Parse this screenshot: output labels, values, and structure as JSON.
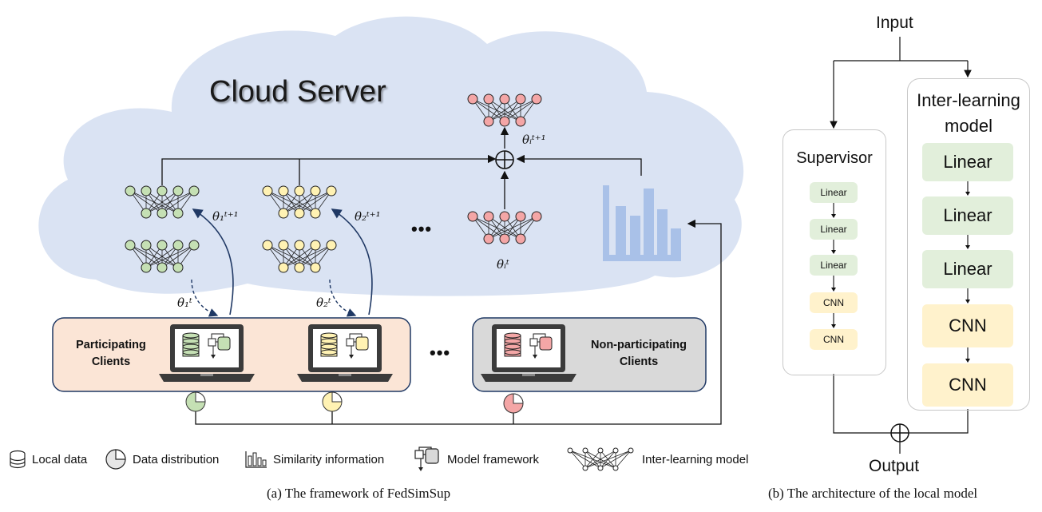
{
  "left": {
    "cloud_title": "Cloud Server",
    "clients": {
      "participating_label": "Participating Clients",
      "non_participating_label": "Non-participating Clients",
      "ellipsis": "•••"
    },
    "params": {
      "theta1_next": "θ₁ᵗ⁺¹",
      "theta2_next": "θ₂ᵗ⁺¹",
      "thetai_next": "θᵢᵗ⁺¹",
      "theta1": "θ₁ᵗ",
      "theta2": "θ₂ᵗ",
      "thetai": "θᵢᵗ",
      "mid_ellipsis": "•••"
    },
    "colors": {
      "green": "#c5e0b4",
      "yellow": "#fff2b3",
      "red": "#f4a6a6",
      "cloud": "#dae3f3",
      "bars": "#a9c1e8"
    },
    "legend": [
      {
        "icon": "database-icon",
        "label": "Local data"
      },
      {
        "icon": "pie-chart-icon",
        "label": "Data distribution"
      },
      {
        "icon": "bar-chart-icon",
        "label": "Similarity  information"
      },
      {
        "icon": "model-framework-icon",
        "label": "Model framework"
      },
      {
        "icon": "network-icon",
        "label": "Inter-learning model"
      }
    ],
    "caption": "(a) The framework of FedSimSup"
  },
  "right": {
    "input": "Input",
    "output": "Output",
    "supervisor": {
      "title": "Supervisor",
      "layers": [
        "Linear",
        "Linear",
        "Linear",
        "CNN",
        "CNN"
      ]
    },
    "inter": {
      "title_line1": "Inter-learning",
      "title_line2": "model",
      "layers": [
        "Linear",
        "Linear",
        "Linear",
        "CNN",
        "CNN"
      ]
    },
    "caption": "(b) The architecture of the local model"
  }
}
